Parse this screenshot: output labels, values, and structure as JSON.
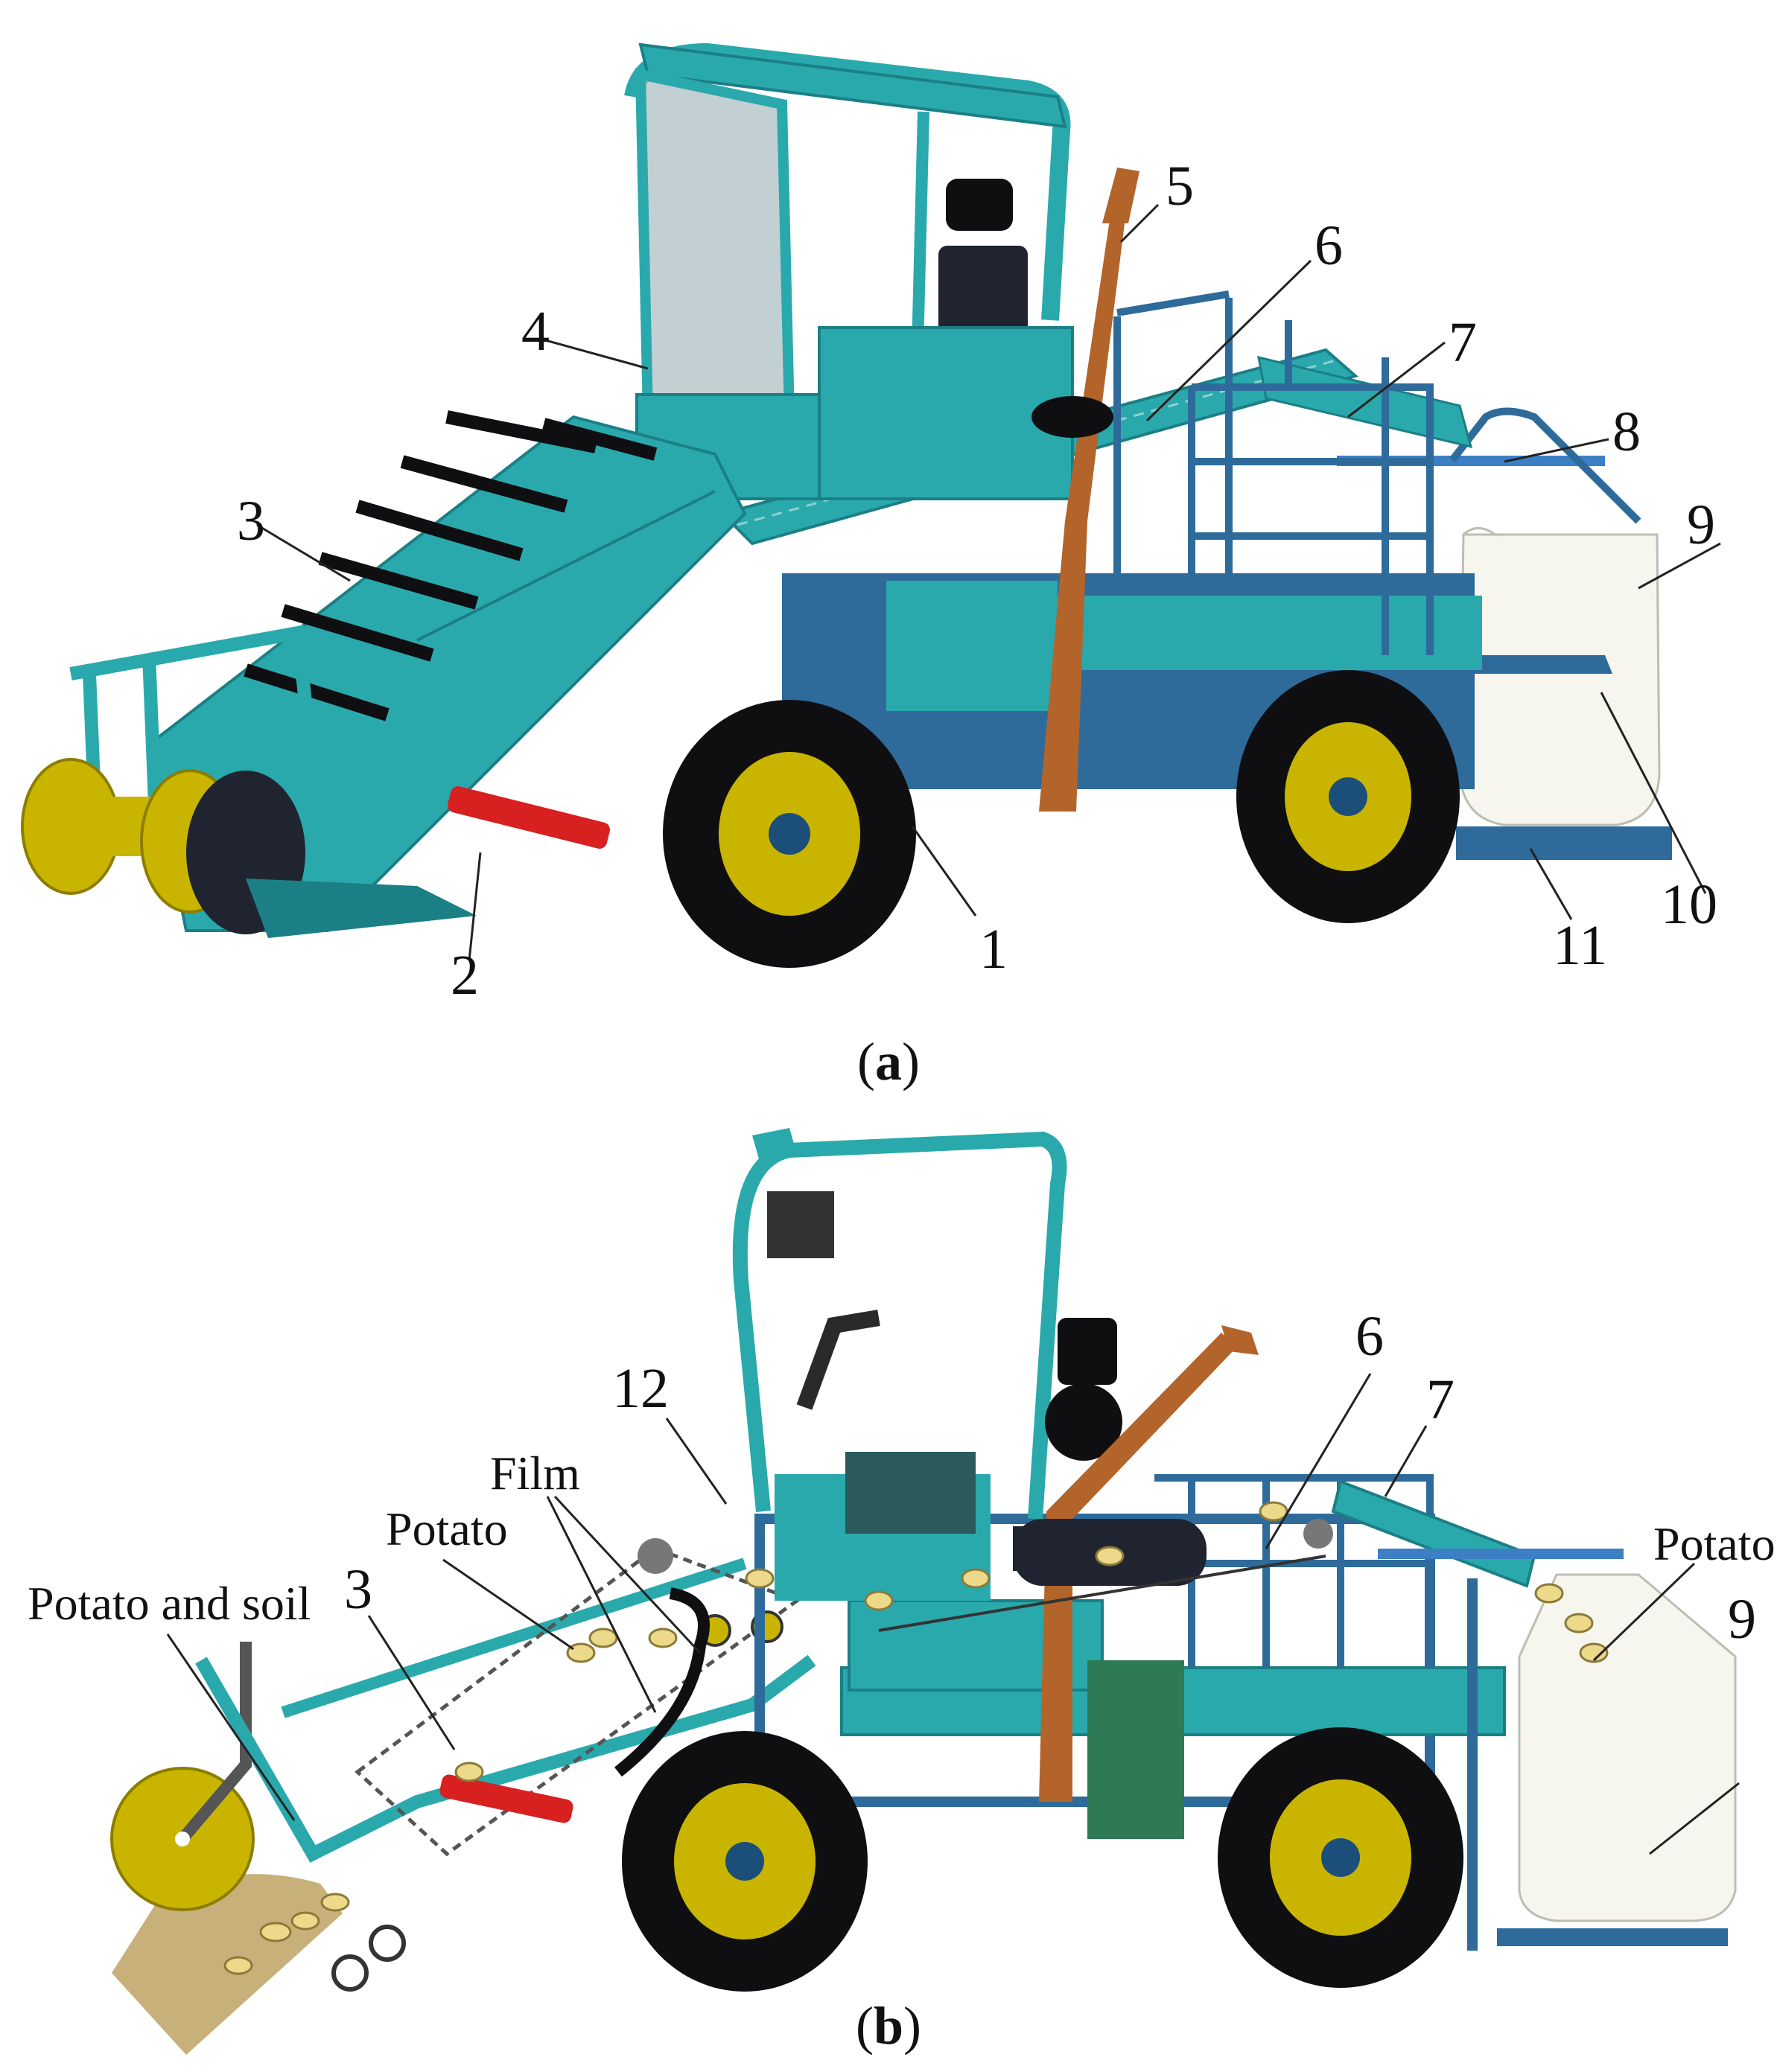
{
  "colors": {
    "frame_teal": "#2aa9ad",
    "frame_teal_dark": "#1b7f86",
    "steel_blue": "#2e6b9a",
    "roller_yellow": "#c9b500",
    "tire_black": "#0f0f12",
    "hydraulic_red": "#d82020",
    "arm_brown": "#b3642a",
    "bag_white": "#f6f6ef",
    "soil_tan": "#c8b07a",
    "potato_yellow": "#ecd98a",
    "glass_grey": "#aebfc4",
    "panel_green": "#2e7a55"
  },
  "panel_a": {
    "caption_letter": "a",
    "labels": [
      "1",
      "2",
      "3",
      "4",
      "5",
      "6",
      "7",
      "8",
      "9",
      "10",
      "11"
    ]
  },
  "panel_b": {
    "caption_letter": "b",
    "labels": {
      "potato_and_soil": "Potato and soil",
      "three": "3",
      "potato_left": "Potato",
      "film": "Film",
      "twelve": "12",
      "six": "6",
      "seven": "7",
      "potato_right": "Potato",
      "nine": "9"
    }
  }
}
